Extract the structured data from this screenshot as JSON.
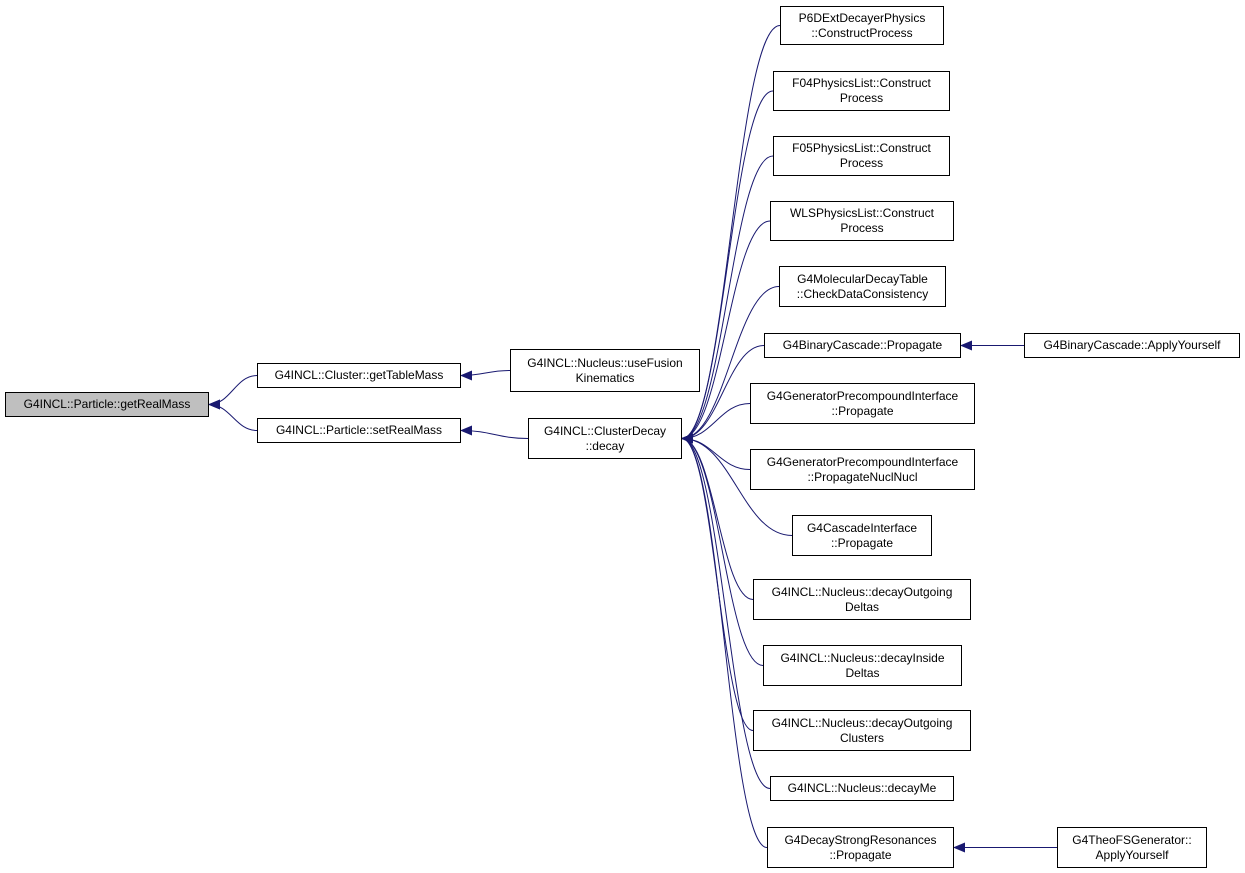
{
  "graph": {
    "edge_color": "#191970",
    "root_fill": "#bfbfbf",
    "nodes": [
      {
        "id": "getRealMass",
        "lines": [
          "G4INCL::Particle::getRealMass"
        ],
        "root": true
      },
      {
        "id": "getTableMass",
        "lines": [
          "G4INCL::Cluster::getTableMass"
        ]
      },
      {
        "id": "setRealMass",
        "lines": [
          "G4INCL::Particle::setRealMass"
        ]
      },
      {
        "id": "useFusionKinematics",
        "lines": [
          "G4INCL::Nucleus::useFusion",
          "Kinematics"
        ]
      },
      {
        "id": "clusterDecay",
        "lines": [
          "G4INCL::ClusterDecay",
          "::decay"
        ]
      },
      {
        "id": "p6d",
        "lines": [
          "P6DExtDecayerPhysics",
          "::ConstructProcess"
        ]
      },
      {
        "id": "f04",
        "lines": [
          "F04PhysicsList::Construct",
          "Process"
        ]
      },
      {
        "id": "f05",
        "lines": [
          "F05PhysicsList::Construct",
          "Process"
        ]
      },
      {
        "id": "wls",
        "lines": [
          "WLSPhysicsList::Construct",
          "Process"
        ]
      },
      {
        "id": "molecular",
        "lines": [
          "G4MolecularDecayTable",
          "::CheckDataConsistency"
        ]
      },
      {
        "id": "binaryPropagate",
        "lines": [
          "G4BinaryCascade::Propagate"
        ]
      },
      {
        "id": "binaryApply",
        "lines": [
          "G4BinaryCascade::ApplyYourself"
        ]
      },
      {
        "id": "genPrePropagate",
        "lines": [
          "G4GeneratorPrecompoundInterface",
          "::Propagate"
        ]
      },
      {
        "id": "genPreNuclNucl",
        "lines": [
          "G4GeneratorPrecompoundInterface",
          "::PropagateNuclNucl"
        ]
      },
      {
        "id": "cascadeInterface",
        "lines": [
          "G4CascadeInterface",
          "::Propagate"
        ]
      },
      {
        "id": "decayOutgoingDeltas",
        "lines": [
          "G4INCL::Nucleus::decayOutgoing",
          "Deltas"
        ]
      },
      {
        "id": "decayInsideDeltas",
        "lines": [
          "G4INCL::Nucleus::decayInside",
          "Deltas"
        ]
      },
      {
        "id": "decayOutgoingClusters",
        "lines": [
          "G4INCL::Nucleus::decayOutgoing",
          "Clusters"
        ]
      },
      {
        "id": "decayMe",
        "lines": [
          "G4INCL::Nucleus::decayMe"
        ]
      },
      {
        "id": "strongResonances",
        "lines": [
          "G4DecayStrongResonances",
          "::Propagate"
        ]
      },
      {
        "id": "theoFS",
        "lines": [
          "G4TheoFSGenerator::",
          "ApplyYourself"
        ]
      }
    ],
    "edges": [
      {
        "from": "getTableMass",
        "to": "getRealMass"
      },
      {
        "from": "setRealMass",
        "to": "getRealMass"
      },
      {
        "from": "useFusionKinematics",
        "to": "getTableMass"
      },
      {
        "from": "clusterDecay",
        "to": "setRealMass"
      },
      {
        "from": "p6d",
        "to": "clusterDecay"
      },
      {
        "from": "f04",
        "to": "clusterDecay"
      },
      {
        "from": "f05",
        "to": "clusterDecay"
      },
      {
        "from": "wls",
        "to": "clusterDecay"
      },
      {
        "from": "molecular",
        "to": "clusterDecay"
      },
      {
        "from": "binaryPropagate",
        "to": "clusterDecay"
      },
      {
        "from": "binaryApply",
        "to": "binaryPropagate"
      },
      {
        "from": "genPrePropagate",
        "to": "clusterDecay"
      },
      {
        "from": "genPreNuclNucl",
        "to": "clusterDecay"
      },
      {
        "from": "cascadeInterface",
        "to": "clusterDecay"
      },
      {
        "from": "decayOutgoingDeltas",
        "to": "clusterDecay"
      },
      {
        "from": "decayInsideDeltas",
        "to": "clusterDecay"
      },
      {
        "from": "decayOutgoingClusters",
        "to": "clusterDecay"
      },
      {
        "from": "decayMe",
        "to": "clusterDecay"
      },
      {
        "from": "strongResonances",
        "to": "clusterDecay"
      },
      {
        "from": "theoFS",
        "to": "strongResonances"
      }
    ]
  }
}
